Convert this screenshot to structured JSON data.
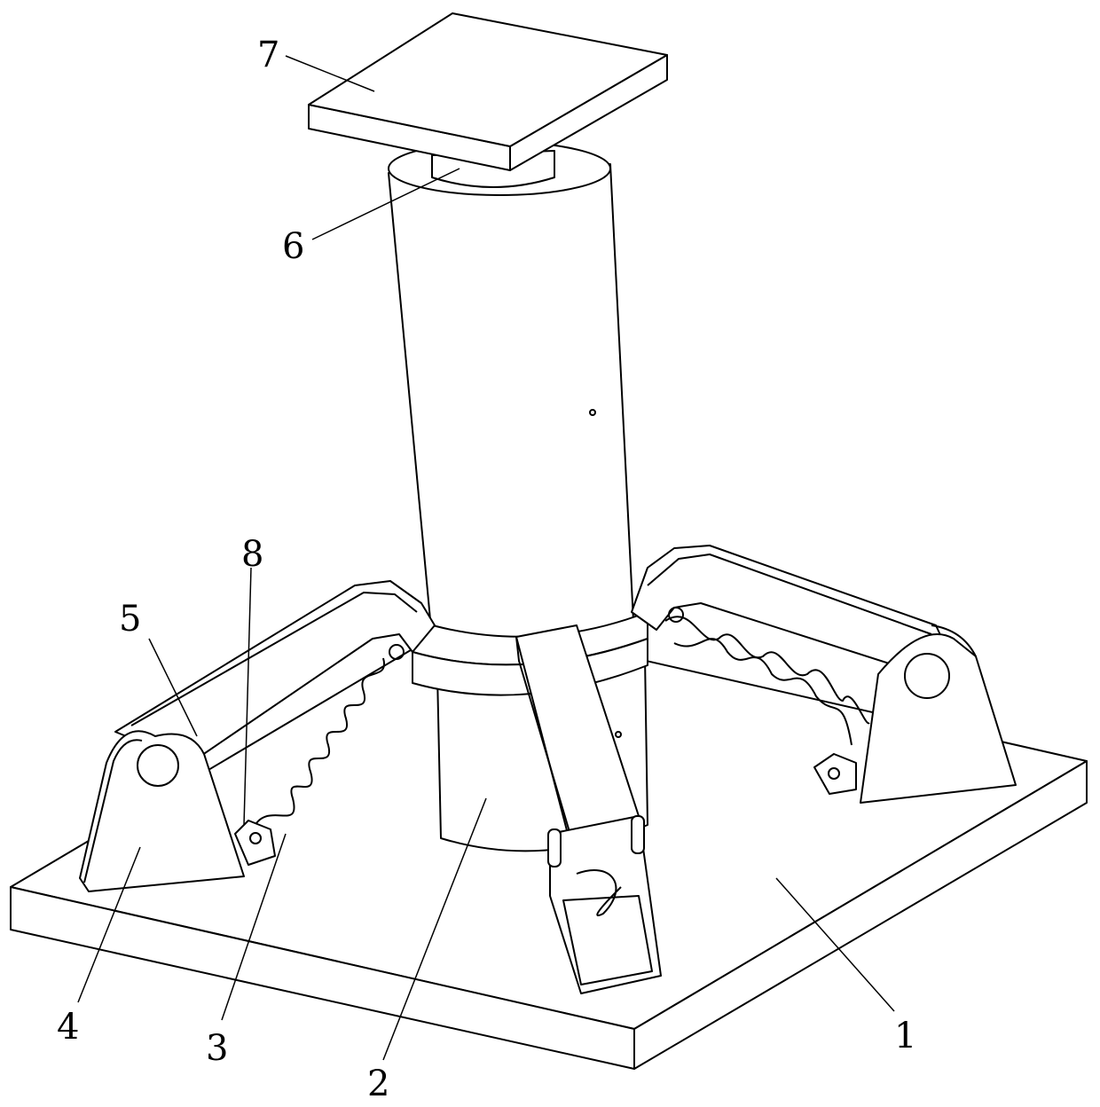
{
  "labels": {
    "base_plate": "1",
    "lower_column": "2",
    "spring": "3",
    "support_seat": "4",
    "arm": "5",
    "rod": "6",
    "top_plate": "7",
    "spring_mount": "8"
  }
}
